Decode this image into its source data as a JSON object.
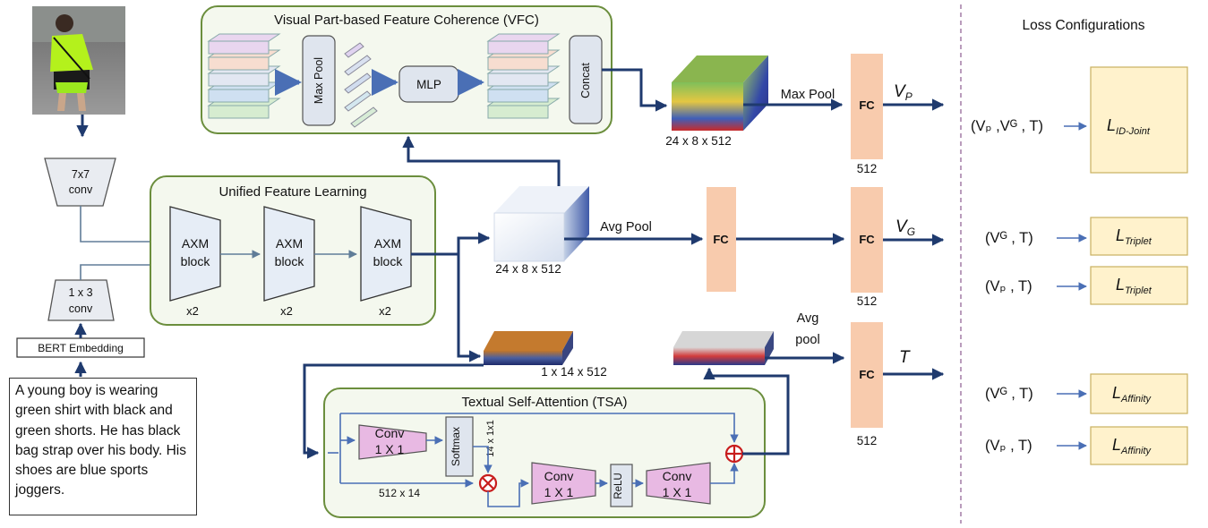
{
  "person_image_alt": "",
  "conv7": {
    "line1": "7x7",
    "line2": "conv"
  },
  "conv13": {
    "line1": "1 x 3",
    "line2": "conv"
  },
  "bert_label": "BERT Embedding",
  "caption_text": "A young boy is wearing green shirt with black and green shorts. He has black bag strap over his body. His shoes are blue sports joggers.",
  "vfc": {
    "title": "Visual Part-based Feature Coherence (VFC)",
    "maxpool": "Max Pool",
    "mlp": "MLP",
    "concat": "Concat"
  },
  "ufl": {
    "title": "Unified Feature Learning",
    "blocks": [
      {
        "l1": "AXM",
        "l2": "block",
        "rep": "x2"
      },
      {
        "l1": "AXM",
        "l2": "block",
        "rep": "x2"
      },
      {
        "l1": "AXM",
        "l2": "block",
        "rep": "x2"
      }
    ]
  },
  "tsa": {
    "title": "Textual Self-Attention (TSA)",
    "conv": {
      "l1": "Conv",
      "l2": "1 X 1"
    },
    "softmax": "Softmax",
    "relu": "ReLU",
    "dim_a": "14 x 1x1",
    "dim_b": "512 x 14"
  },
  "tensors": {
    "top": "24 x 8 x 512",
    "mid": "24 x 8 x 512",
    "text": "1 x 14 x 512"
  },
  "pool_labels": {
    "max": "Max Pool",
    "avg": "Avg Pool",
    "avg2_l1": "Avg",
    "avg2_l2": "pool"
  },
  "fc_label": "FC",
  "fc_dim": "512",
  "outputs": {
    "vp": "V",
    "vp_sub": "P",
    "vg": "V",
    "vg_sub": "G",
    "t": "T"
  },
  "loss": {
    "title": "Loss Configurations",
    "rows": [
      {
        "inputs": "(Vₚ ,Vᴳ , T)",
        "L": "L",
        "sub": "ID-Joint"
      },
      {
        "inputs": "(Vᴳ , T)",
        "L": "L",
        "sub": "Triplet"
      },
      {
        "inputs": "(Vₚ , T)",
        "L": "L",
        "sub": "Triplet"
      },
      {
        "inputs": "(Vᴳ , T)",
        "L": "L",
        "sub": "Affinity"
      },
      {
        "inputs": "(Vₚ , T)",
        "L": "L",
        "sub": "Affinity"
      }
    ]
  },
  "colors": {
    "fc": "#f8cbad",
    "loss_box": "#fff2cc",
    "group_border": "#6b8e3d",
    "arrow": "#1f3a6e"
  }
}
